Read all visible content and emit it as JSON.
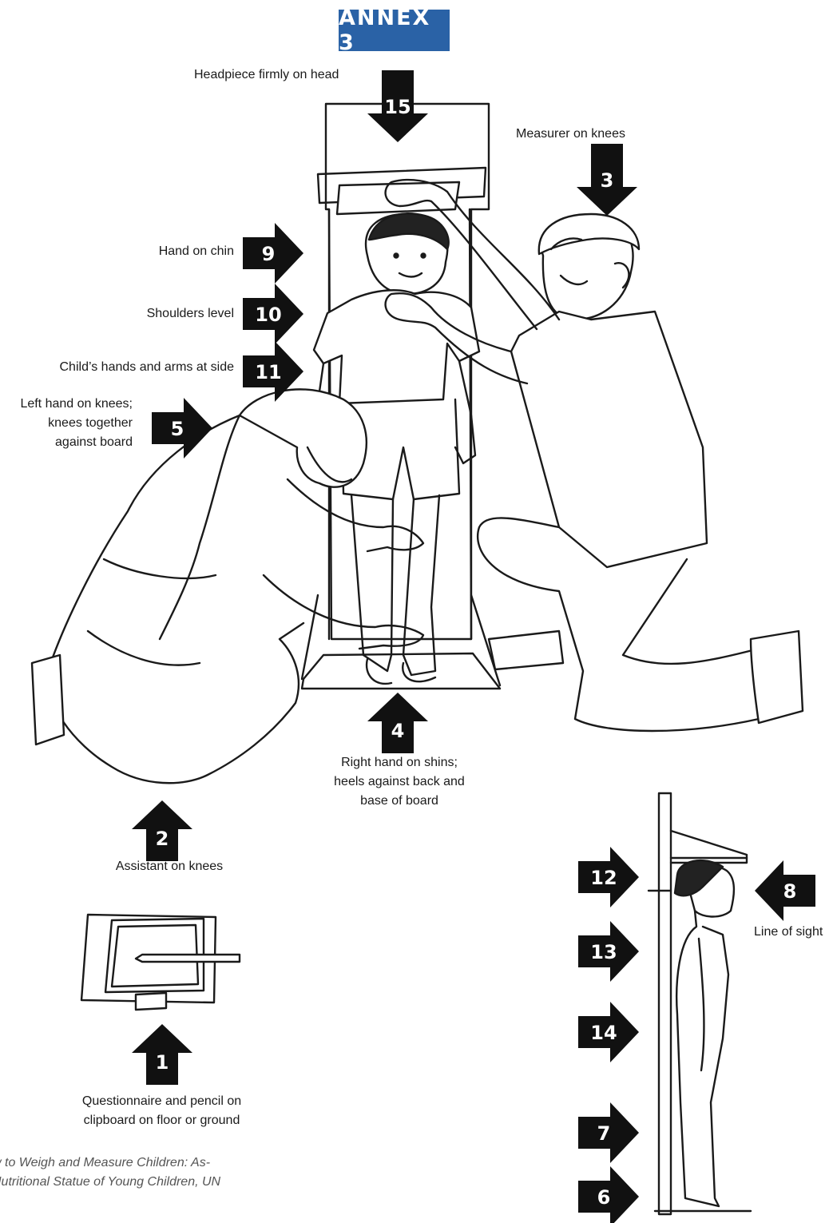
{
  "header": {
    "annex": "ANNEX 3"
  },
  "steps": [
    {
      "n": "1",
      "label": "Questionnaire and pencil on\nclipboard on floor or ground"
    },
    {
      "n": "2",
      "label": "Assistant on knees"
    },
    {
      "n": "3",
      "label": "Measurer on knees"
    },
    {
      "n": "4",
      "label": "Right hand on shins;\nheels against back and\nbase of board"
    },
    {
      "n": "5",
      "label": "Left hand on knees;\nknees together\nagainst board"
    },
    {
      "n": "6",
      "label": ""
    },
    {
      "n": "7",
      "label": ""
    },
    {
      "n": "8",
      "label": "Line of sight"
    },
    {
      "n": "9",
      "label": "Hand on chin"
    },
    {
      "n": "10",
      "label": "Shoulders level"
    },
    {
      "n": "11",
      "label": "Child’s hands and arms at side"
    },
    {
      "n": "12",
      "label": ""
    },
    {
      "n": "13",
      "label": ""
    },
    {
      "n": "14",
      "label": ""
    },
    {
      "n": "15",
      "label": "Headpiece firmly on head"
    }
  ],
  "caption": "w to Weigh and Measure Children: As-\n Nutritional Statue of Young Children, UN",
  "colors": {
    "badge": "#2a62a6",
    "arrow": "#111111",
    "line": "#1a1a1a"
  }
}
